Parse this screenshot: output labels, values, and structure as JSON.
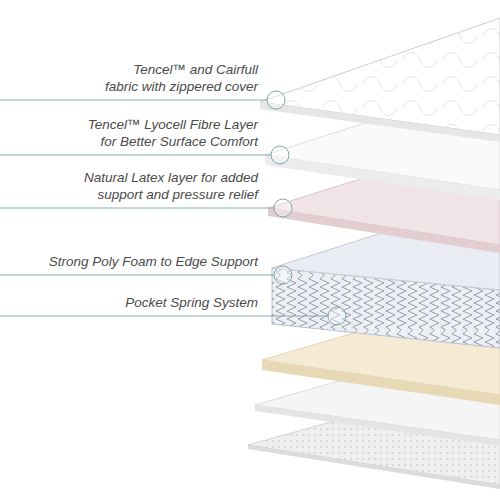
{
  "diagram": {
    "labels": [
      "Tencel™ and Cairfull fabric with zippered cover",
      "Tencel™ Lyocell Fibre Layer for Better Surface Comfort",
      "Natural Latex layer for added support and pressure relief",
      "Strong Poly Foam to Edge Support",
      "Pocket Spring System"
    ]
  }
}
